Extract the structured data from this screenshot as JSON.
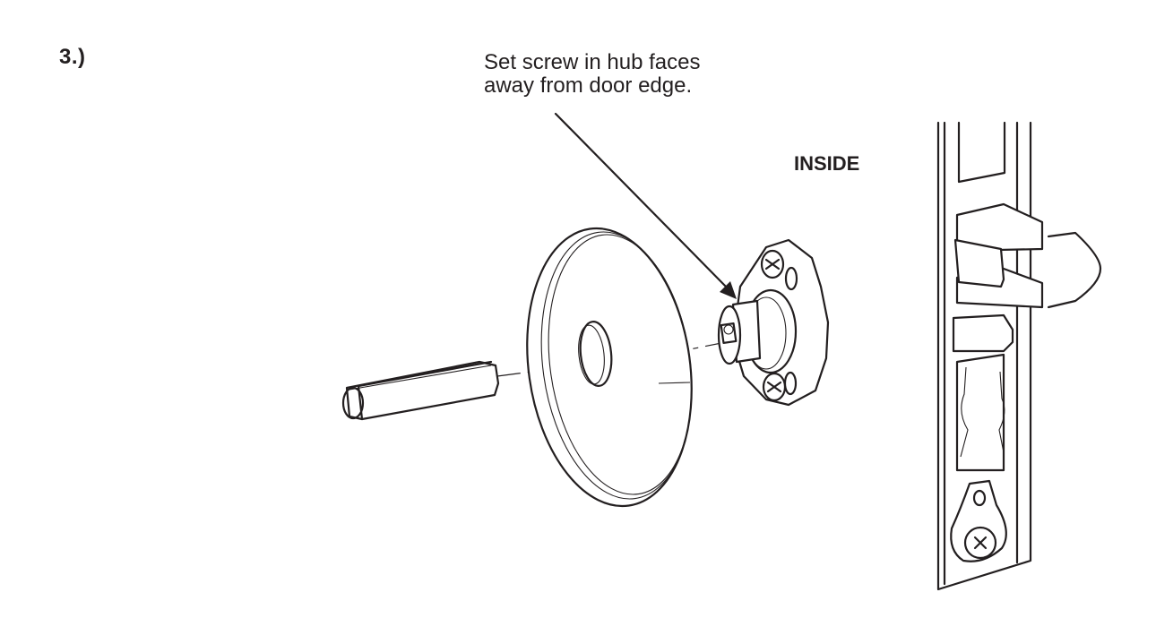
{
  "step": {
    "number": "3.)"
  },
  "callout": {
    "text": "Set screw in hub faces\naway from door edge."
  },
  "labels": {
    "side": "INSIDE"
  },
  "parts": [
    {
      "name": "spindle",
      "description": "square drive spindle"
    },
    {
      "name": "rose",
      "description": "round trim rose with center hole"
    },
    {
      "name": "hub-mounting-plate",
      "description": "hub with set screw and two mounting screws"
    },
    {
      "name": "door-edge-lock-body",
      "description": "mortise lock body in door edge with latch and deadbolt"
    }
  ],
  "colors": {
    "ink": "#231f20",
    "background": "#ffffff"
  }
}
